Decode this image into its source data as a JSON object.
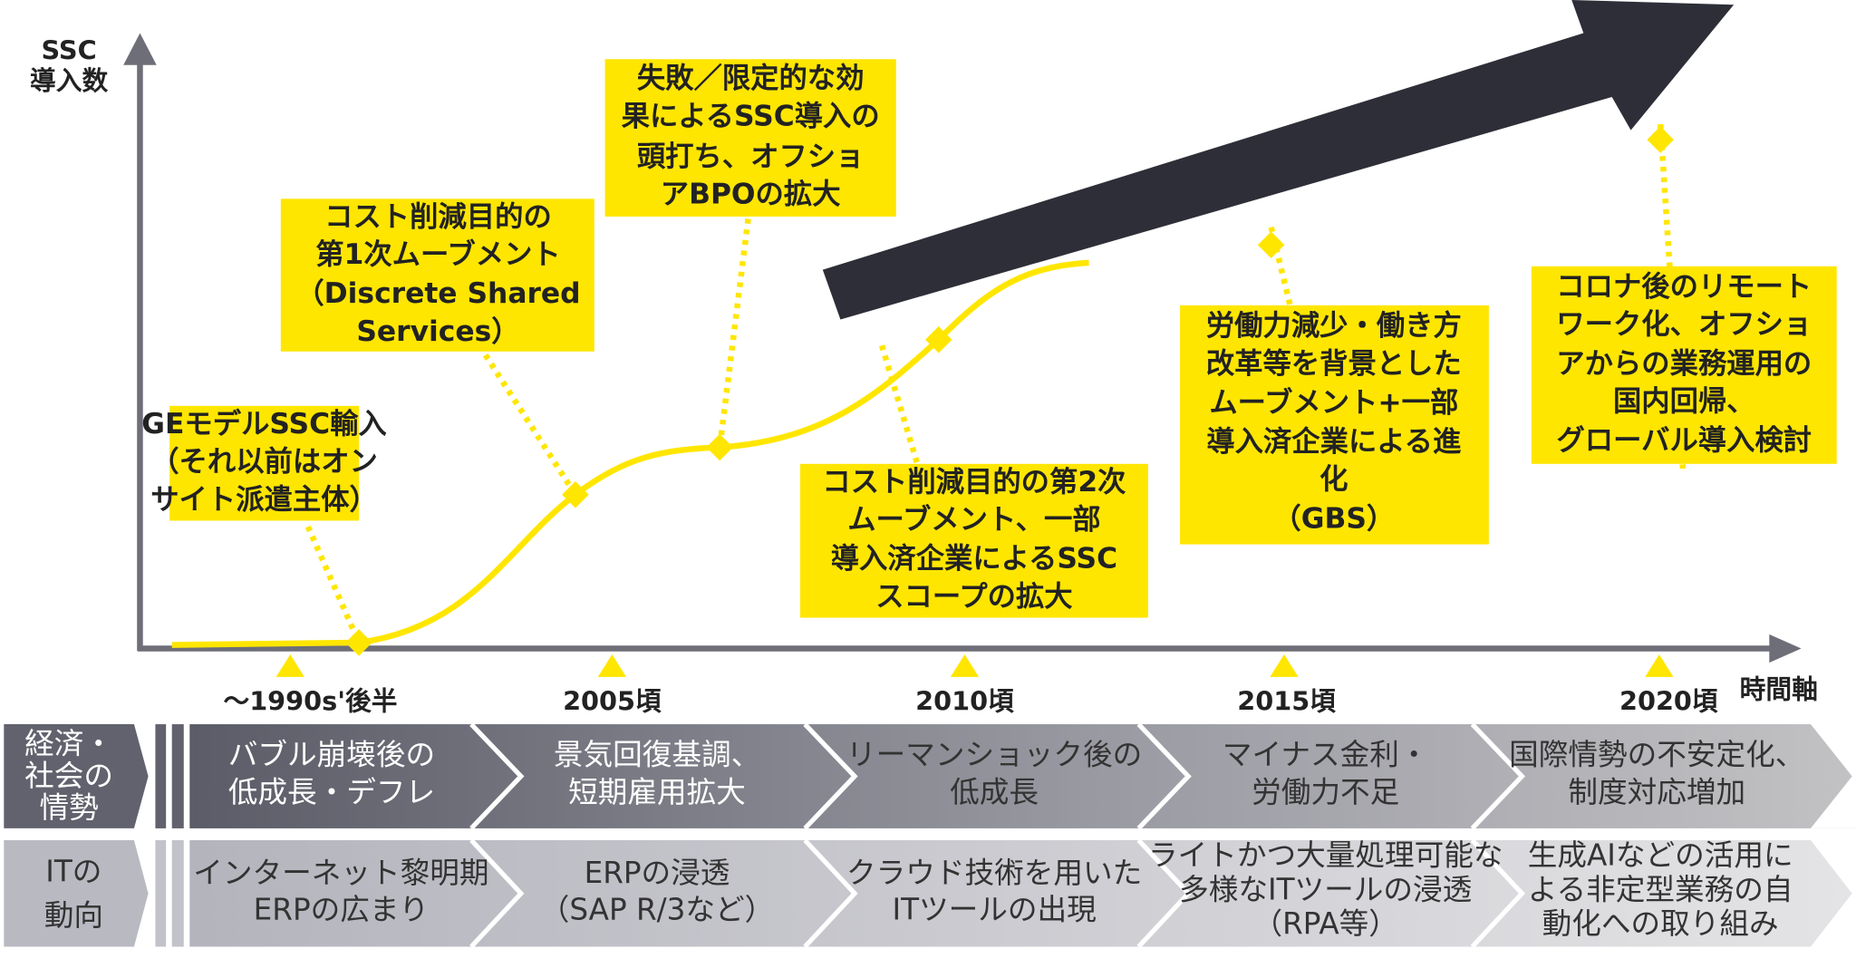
{
  "colors": {
    "accent": "#FFE600",
    "arrow": "#2e2e38",
    "axis": "#6e6e78"
  },
  "axis": {
    "y_label": [
      "SSC",
      "導入数"
    ],
    "x_label": "時間軸",
    "ticks": [
      "～1990s'後半",
      "2005頃",
      "2010頃",
      "2015頃",
      "2020頃"
    ]
  },
  "callouts": [
    {
      "lines": [
        "GEモデルSSC輸入",
        "（それ以前はオン",
        "サイト派遣主体）"
      ]
    },
    {
      "lines": [
        "コスト削減目的の",
        "第1次ムーブメント",
        "（Discrete Shared",
        "Services）"
      ]
    },
    {
      "lines": [
        "失敗／限定的な効",
        "果によるSSC導入の",
        "頭打ち、オフショ",
        "アBPOの拡大"
      ]
    },
    {
      "lines": [
        "コスト削減目的の第2次",
        "ムーブメント、一部",
        "導入済企業によるSSC",
        "スコープの拡大"
      ]
    },
    {
      "lines": [
        "労働力減少・働き方",
        "改革等を背景とした",
        "ムーブメント+一部",
        "導入済企業による進",
        "化",
        "（GBS）"
      ]
    },
    {
      "lines": [
        "コロナ後のリモート",
        "ワーク化、オフショ",
        "アからの業務運用の",
        "国内回帰、",
        "グローバル導入検討"
      ]
    }
  ],
  "rows": [
    {
      "label": [
        "経済・",
        "社会の",
        "情勢"
      ],
      "items": [
        [
          "バブル崩壊後の",
          "低成長・デフレ"
        ],
        [
          "景気回復基調、",
          "短期雇用拡大"
        ],
        [
          "リーマンショック後の",
          "低成長"
        ],
        [
          "マイナス金利・",
          "労働力不足"
        ],
        [
          "国際情勢の不安定化、",
          "制度対応増加"
        ]
      ]
    },
    {
      "label": [
        "ITの",
        "動向"
      ],
      "items": [
        [
          "インターネット黎明期",
          "ERPの広まり"
        ],
        [
          "ERPの浸透",
          "（SAP R/3など）"
        ],
        [
          "クラウド技術を用いた",
          "ITツールの出現"
        ],
        [
          "ライトかつ大量処理可能な",
          "多様なITツールの浸透",
          "（RPA等）"
        ],
        [
          "生成AIなどの活用に",
          "よる非定型業務の自",
          "動化への取り組み"
        ]
      ]
    }
  ]
}
